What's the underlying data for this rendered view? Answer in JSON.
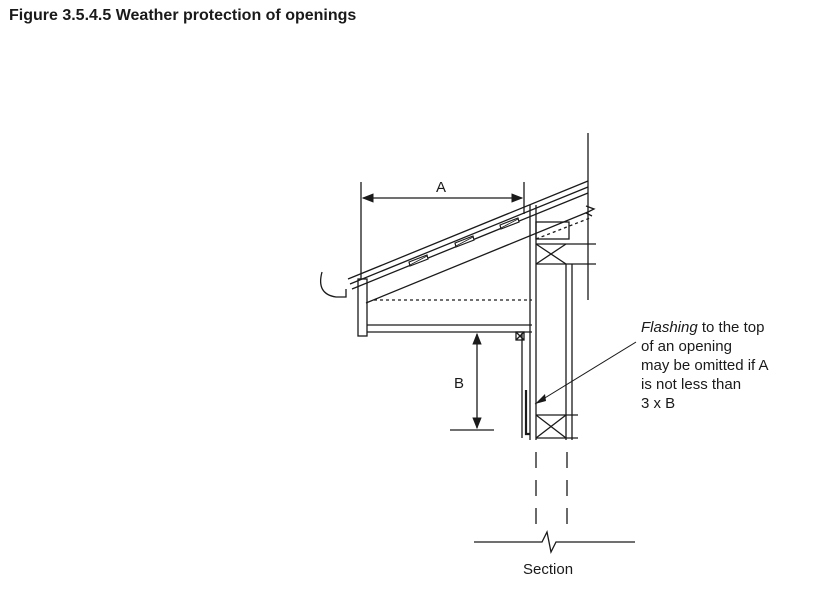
{
  "figure": {
    "title": "Figure 3.5.4.5 Weather protection of openings",
    "label_a": "A",
    "label_b": "B",
    "section_label": "Section",
    "note": {
      "line1_italic": "Flashing",
      "line1_rest": " to the top",
      "line2": "of an opening",
      "line3": "may be omitted if A",
      "line4": "is not less than",
      "line5": "3 x B"
    }
  }
}
